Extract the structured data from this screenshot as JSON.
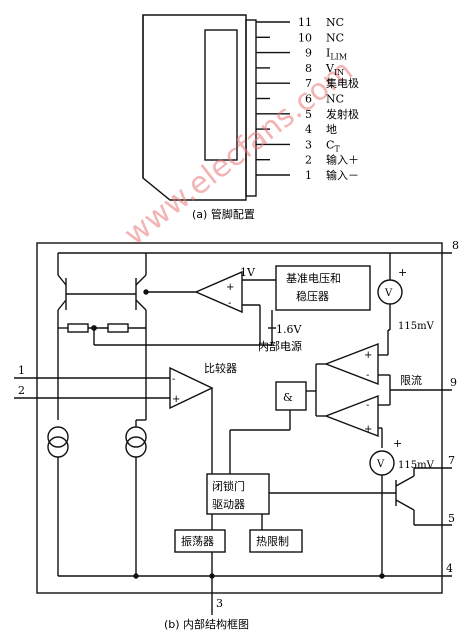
{
  "package": {
    "pins": [
      {
        "num": "11",
        "label": "NC"
      },
      {
        "num": "10",
        "label": "NC"
      },
      {
        "num": "9",
        "label": "I_LIM"
      },
      {
        "num": "8",
        "label": "V_IN"
      },
      {
        "num": "7",
        "label": "集电极"
      },
      {
        "num": "6",
        "label": "NC"
      },
      {
        "num": "5",
        "label": "发射极"
      },
      {
        "num": "4",
        "label": "地"
      },
      {
        "num": "3",
        "label": "C_T"
      },
      {
        "num": "2",
        "label": "输入＋"
      },
      {
        "num": "1",
        "label": "输入－"
      }
    ],
    "caption": "(a) 管脚配置"
  },
  "block": {
    "ref_box_line1": "基准电压和",
    "ref_box_line2": "稳压器",
    "v1": "1V",
    "v16": "1.6V",
    "internal_power": "内部电源",
    "comparator": "比较器",
    "latch_line1": "闭锁门",
    "latch_line2": "驱动器",
    "oscillator": "振荡器",
    "thermal": "热限制",
    "and_gate": "&",
    "limit": "限流",
    "mv_top": "115mV",
    "mv_bottom": "115mV",
    "meter": "V",
    "plus": "+",
    "minus": "-",
    "pin8": "8",
    "pin9": "9",
    "pin7": "7",
    "pin5": "5",
    "pin4": "4",
    "pin3": "3",
    "pin1": "1",
    "pin2": "2",
    "caption": "(b) 内部结构框图"
  },
  "watermark": "www.elecfans.com",
  "colors": {
    "watermark": "#e87878",
    "line": "#111111"
  }
}
